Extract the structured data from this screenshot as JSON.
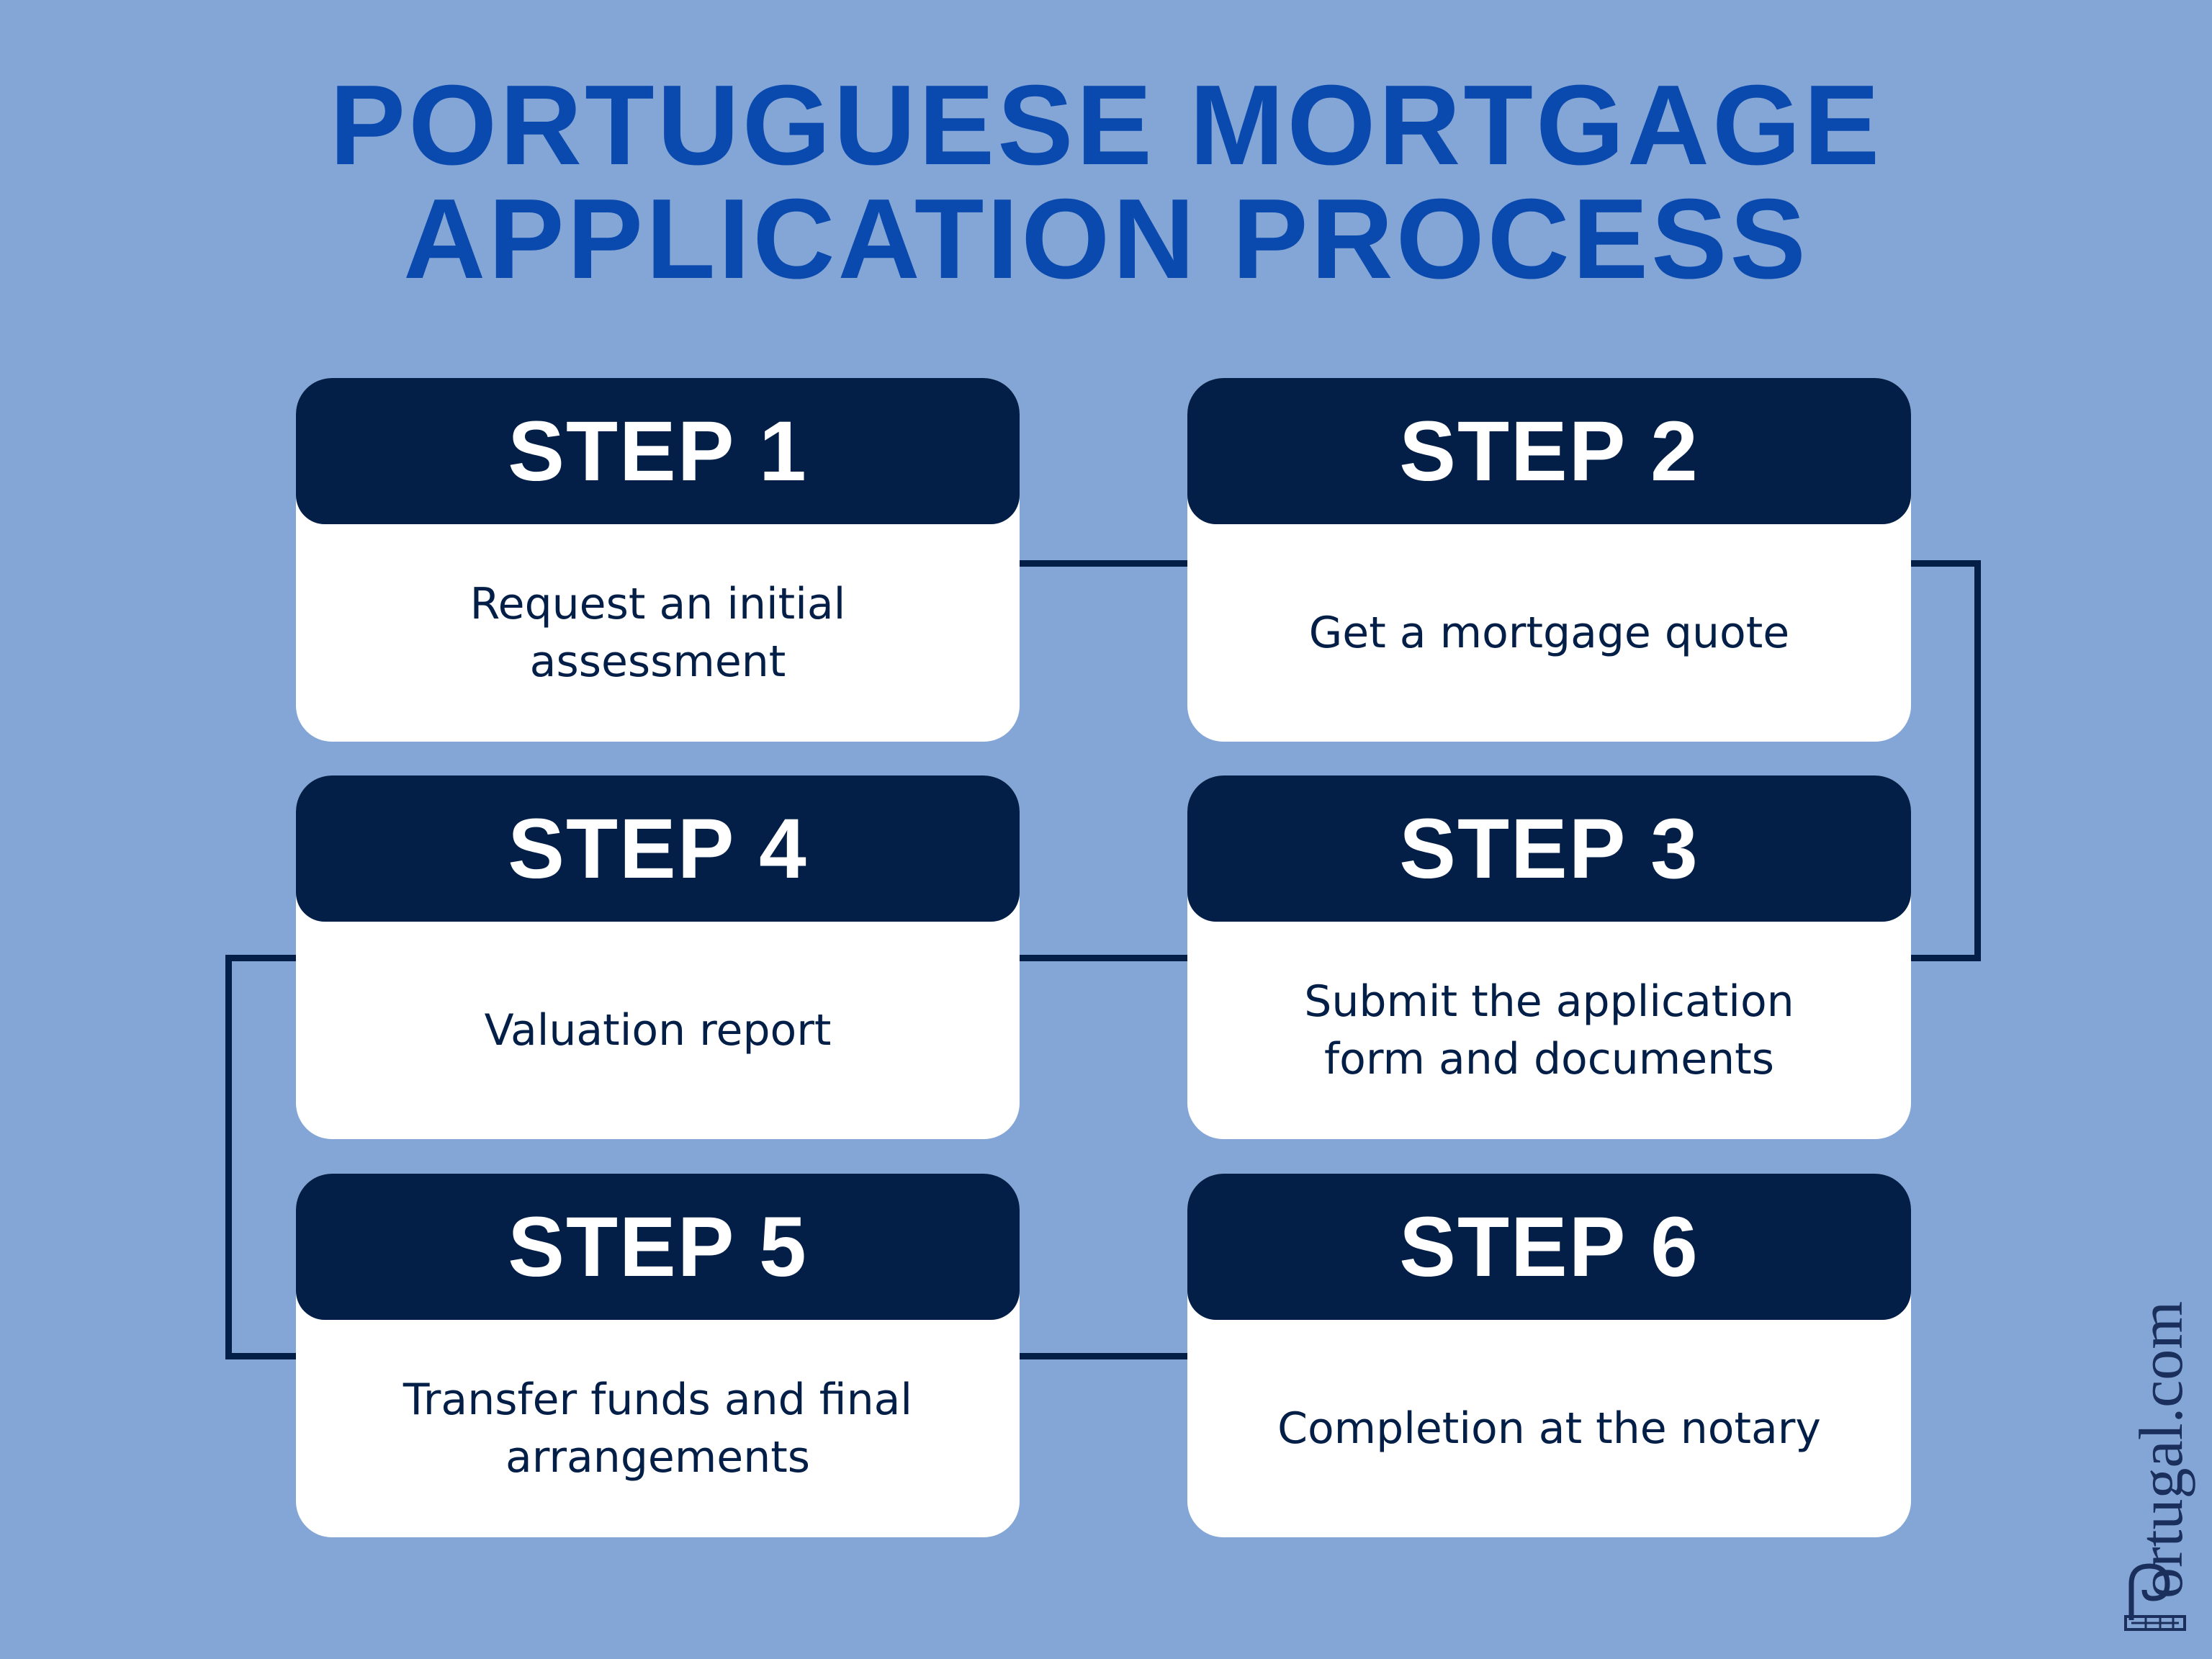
{
  "title": {
    "line1": "PORTUGUESE MORTGAGE",
    "line2": "APPLICATION PROCESS"
  },
  "steps": [
    {
      "label": "STEP 1",
      "text": "Request an initial assessment"
    },
    {
      "label": "STEP 2",
      "text": "Get a mortgage quote"
    },
    {
      "label": "STEP 3",
      "text": "Submit the application form and documents"
    },
    {
      "label": "STEP 4",
      "text": "Valuation report"
    },
    {
      "label": "STEP 5",
      "text": "Transfer funds and final arrangements"
    },
    {
      "label": "STEP 6",
      "text": "Completion at the notary"
    }
  ],
  "logo": {
    "text": "Portugal.com"
  },
  "colors": {
    "background": "#84a6d6",
    "title": "#0a49ad",
    "dark": "#031f47",
    "card": "#ffffff"
  }
}
